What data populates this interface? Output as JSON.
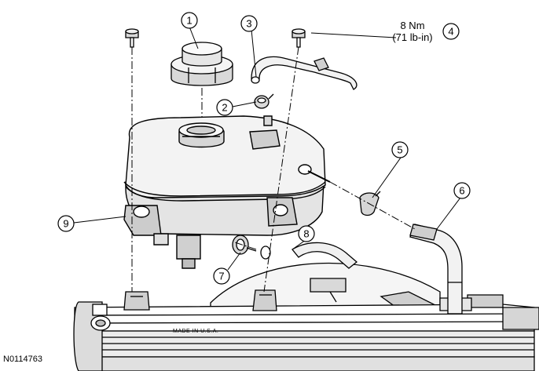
{
  "figure_id": "N0114763",
  "torque_spec": {
    "value": "8 Nm",
    "alt": "(71 lb-in)"
  },
  "stamp_text": "MADE IN U.S.A.",
  "callouts": [
    {
      "id": "c1",
      "label": "1",
      "part": "reservoir-cap"
    },
    {
      "id": "c2",
      "label": "2",
      "part": "hose-clamp"
    },
    {
      "id": "c3",
      "label": "3",
      "part": "vent-hose"
    },
    {
      "id": "c4",
      "label": "4",
      "part": "torque-reference"
    },
    {
      "id": "c5",
      "label": "5",
      "part": "hose-clamp"
    },
    {
      "id": "c6",
      "label": "6",
      "part": "overflow-hose"
    },
    {
      "id": "c7",
      "label": "7",
      "part": "hose-clamp"
    },
    {
      "id": "c8",
      "label": "8",
      "part": "lower-hose"
    },
    {
      "id": "c9",
      "label": "9",
      "part": "coolant-reservoir"
    }
  ],
  "colors": {
    "line": "#000000",
    "fill_light": "#f2f2f2",
    "fill_mid": "#d9d9d9",
    "fill_dark": "#bdbdbd",
    "background": "#ffffff"
  }
}
